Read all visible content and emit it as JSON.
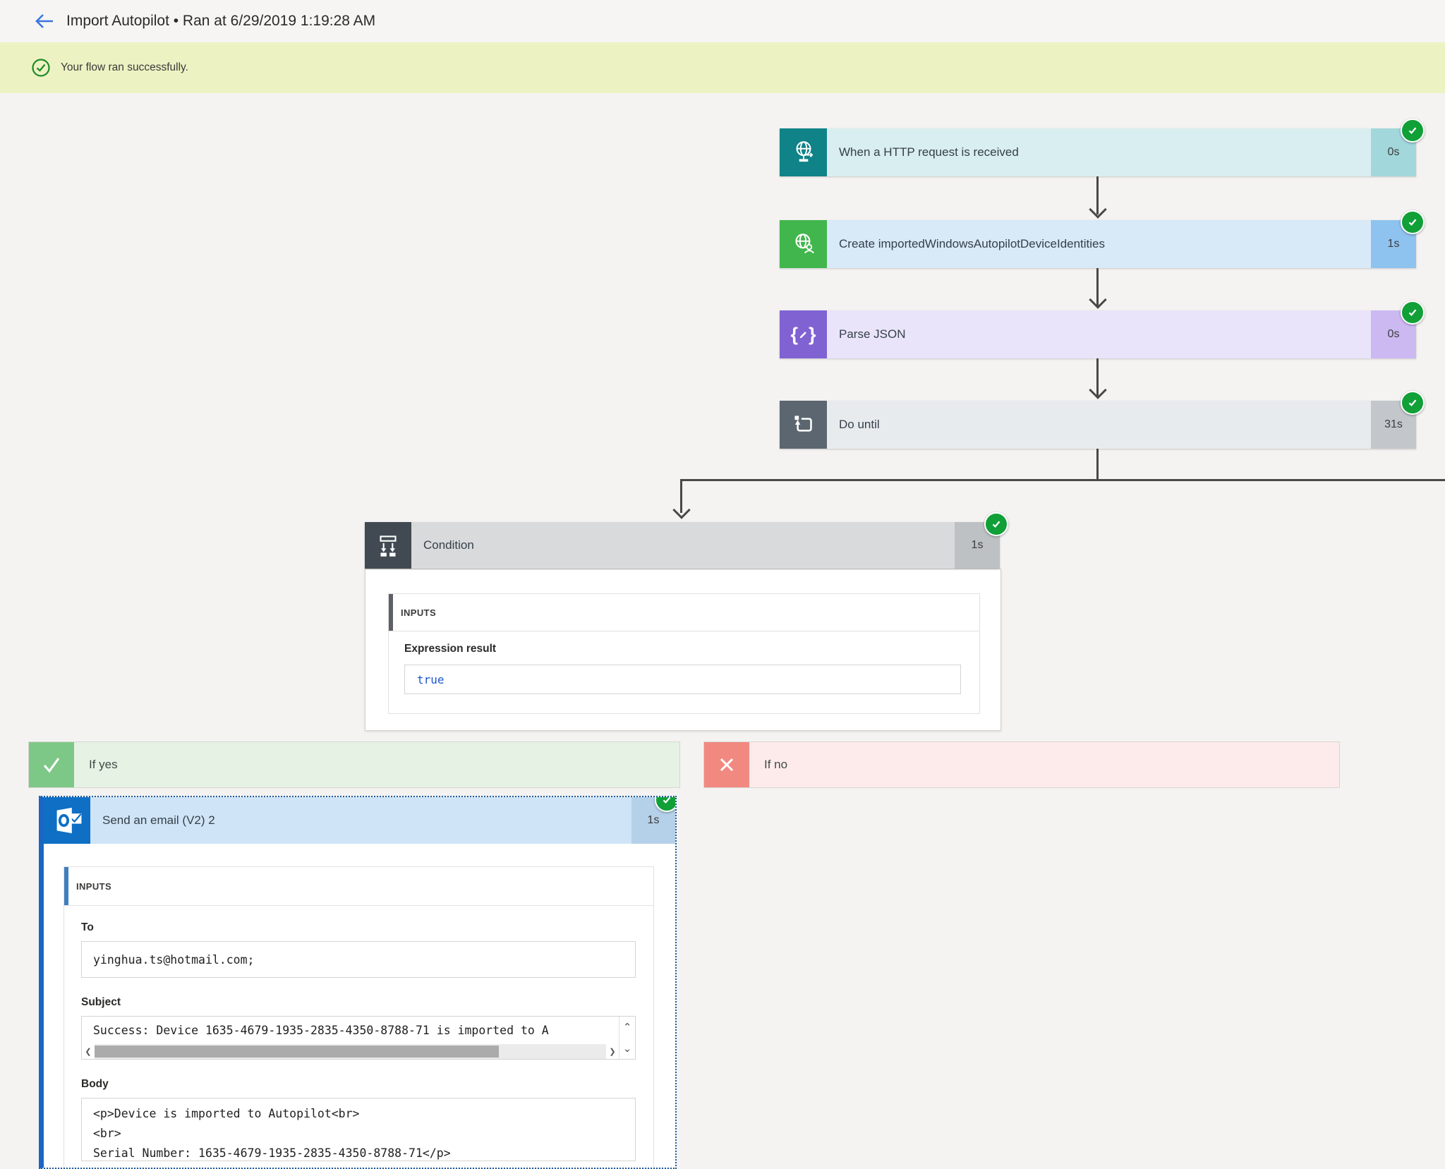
{
  "header": {
    "title": "Import Autopilot • Ran at 6/29/2019 1:19:28 AM"
  },
  "banner": {
    "message": "Your flow ran successfully."
  },
  "flow": {
    "steps": [
      {
        "label": "When a HTTP request is received",
        "duration": "0s",
        "status": "succeeded"
      },
      {
        "label": "Create importedWindowsAutopilotDeviceIdentities",
        "duration": "1s",
        "status": "succeeded"
      },
      {
        "label": "Parse JSON",
        "duration": "0s",
        "status": "succeeded"
      },
      {
        "label": "Do until",
        "duration": "31s",
        "status": "succeeded"
      }
    ]
  },
  "condition": {
    "label": "Condition",
    "duration": "1s",
    "status": "succeeded",
    "inputs_title": "INPUTS",
    "field_label": "Expression result",
    "value": "true"
  },
  "branches": {
    "yes": {
      "label": "If yes"
    },
    "no": {
      "label": "If no"
    }
  },
  "email": {
    "label": "Send an email (V2) 2",
    "duration": "1s",
    "status": "succeeded",
    "inputs_title": "INPUTS",
    "to_label": "To",
    "to_value": "yinghua.ts@hotmail.com;",
    "subject_label": "Subject",
    "subject_value": "Success: Device 1635-4679-1935-2835-4350-8788-71 is imported to A",
    "body_label": "Body",
    "body_lines": [
      "<p>Device is imported to Autopilot<br>",
      "<br>",
      "Serial Number: 1635-4679-1935-2835-4350-8788-71</p>"
    ]
  },
  "icons": {
    "scroll_left": "❮",
    "scroll_right": "❯",
    "scroll_up": "⌃",
    "scroll_down": "⌄"
  },
  "colors": {
    "accent_blue": "#1a66c2",
    "success_green": "#10a037",
    "banner_bg": "#edf2c3",
    "http_teal": "#0f8387",
    "http_body": "#d9eef0",
    "connector_green": "#41b64d",
    "connector_body": "#d8e9f8",
    "json_purple": "#8062d2",
    "json_body": "#eae4fa",
    "until_slate": "#5b6670",
    "until_body": "#e8ebee",
    "condition_slate": "#414a52",
    "condition_body": "#d9dadb",
    "ifyes_green": "#7ec887",
    "ifyes_body": "#e5f2e4",
    "ifno_red": "#f28981",
    "ifno_body": "#fdebec",
    "outlook_blue": "#0e6fc5",
    "outlook_body": "#cfe4f6",
    "true_blue": "#1e56cc"
  }
}
